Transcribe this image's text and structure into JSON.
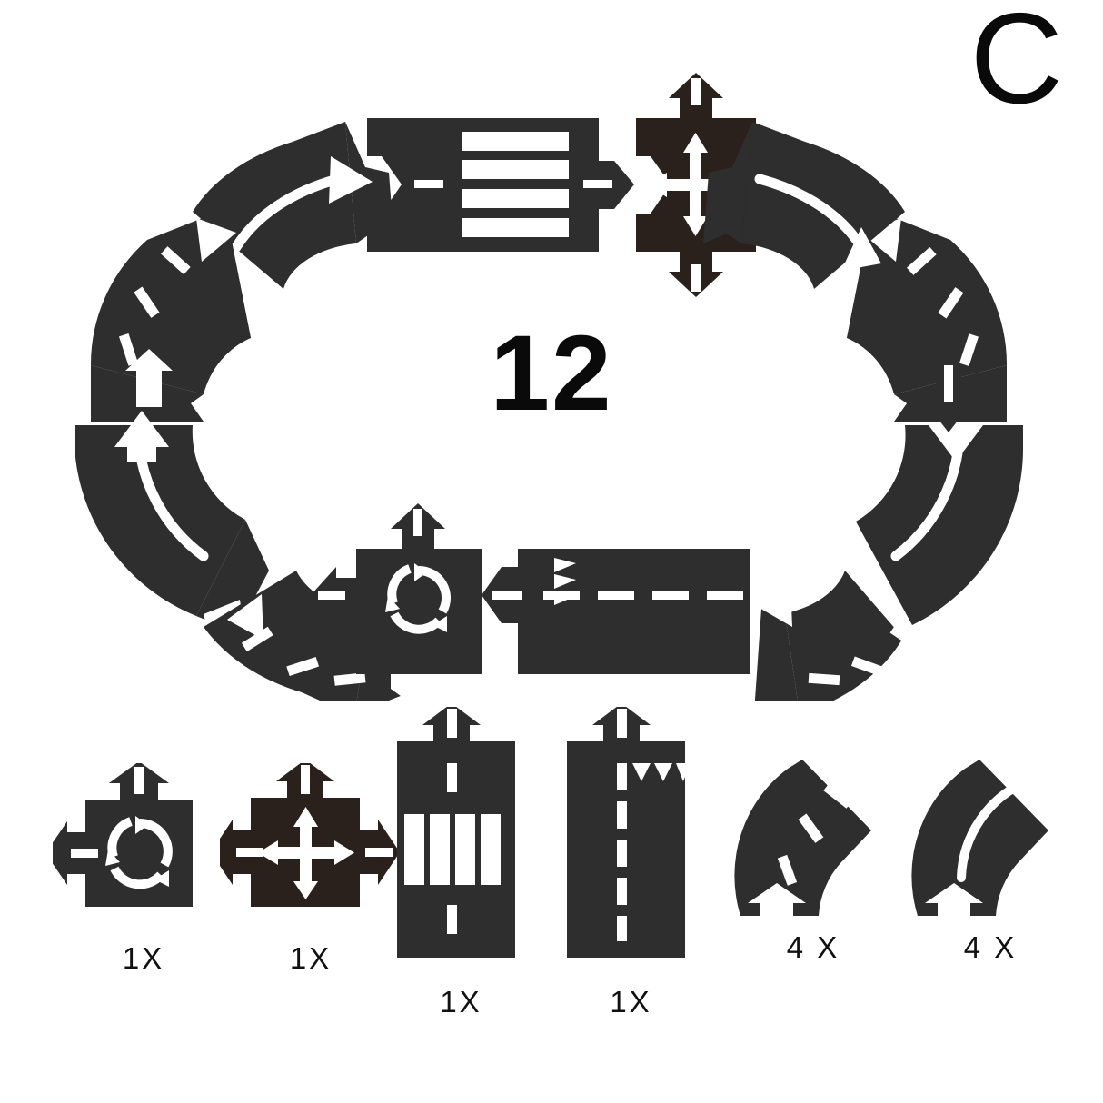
{
  "variant": {
    "letter": "C"
  },
  "track": {
    "total_pieces_label": "12",
    "description": "oval road track loop assembled from 12 interlocking pieces",
    "colors": {
      "standard_piece": "#2e2e2e",
      "intersection_piece": "#2b211c",
      "marking": "#ffffff",
      "background": "#ffffff"
    },
    "pieces": [
      {
        "id": "top-crosswalk",
        "type": "crosswalk-straight",
        "orientation": "horizontal",
        "color": "#2e2e2e"
      },
      {
        "id": "top-crossroads",
        "type": "crossroads",
        "orientation": "horizontal",
        "color": "#2b211c"
      },
      {
        "id": "curve-tl-outer",
        "type": "curve-solid",
        "orientation": "top-left",
        "color": "#2e2e2e"
      },
      {
        "id": "curve-tl-inner",
        "type": "curve-dashed",
        "orientation": "left-upper",
        "color": "#2e2e2e"
      },
      {
        "id": "curve-l-lower",
        "type": "curve-solid",
        "orientation": "left-lower",
        "color": "#2e2e2e"
      },
      {
        "id": "curve-bl",
        "type": "curve-dashed",
        "orientation": "bottom-left",
        "color": "#2e2e2e"
      },
      {
        "id": "bottom-roundabout",
        "type": "roundabout",
        "orientation": "horizontal",
        "color": "#2e2e2e"
      },
      {
        "id": "bottom-straight",
        "type": "straight-yield",
        "orientation": "horizontal",
        "color": "#2e2e2e"
      },
      {
        "id": "curve-br",
        "type": "curve-dashed",
        "orientation": "bottom-right",
        "color": "#2e2e2e"
      },
      {
        "id": "curve-r-lower",
        "type": "curve-solid",
        "orientation": "right-lower",
        "color": "#2e2e2e"
      },
      {
        "id": "curve-r-upper",
        "type": "curve-dashed",
        "orientation": "right-upper",
        "color": "#2e2e2e"
      },
      {
        "id": "curve-tr",
        "type": "curve-solid",
        "orientation": "top-right",
        "color": "#2e2e2e"
      }
    ]
  },
  "legend": {
    "items": [
      {
        "key": "roundabout",
        "name": "roundabout-piece",
        "count": "1X",
        "symbol": "circular-arrows"
      },
      {
        "key": "crossroads",
        "name": "crossroads-piece",
        "count": "1X",
        "symbol": "four-way-arrows"
      },
      {
        "key": "crosswalk",
        "name": "crosswalk-piece",
        "count": "1X",
        "symbol": "zebra-stripes"
      },
      {
        "key": "straight",
        "name": "straight-piece",
        "count": "1X",
        "symbol": "yield-triangles"
      },
      {
        "key": "curve_dashed",
        "name": "curve-dashed-piece",
        "count": "4 X",
        "symbol": "dashed-curve-arrow"
      },
      {
        "key": "curve_solid",
        "name": "curve-solid-piece",
        "count": "4 X",
        "symbol": "solid-curve-arrow"
      }
    ]
  }
}
